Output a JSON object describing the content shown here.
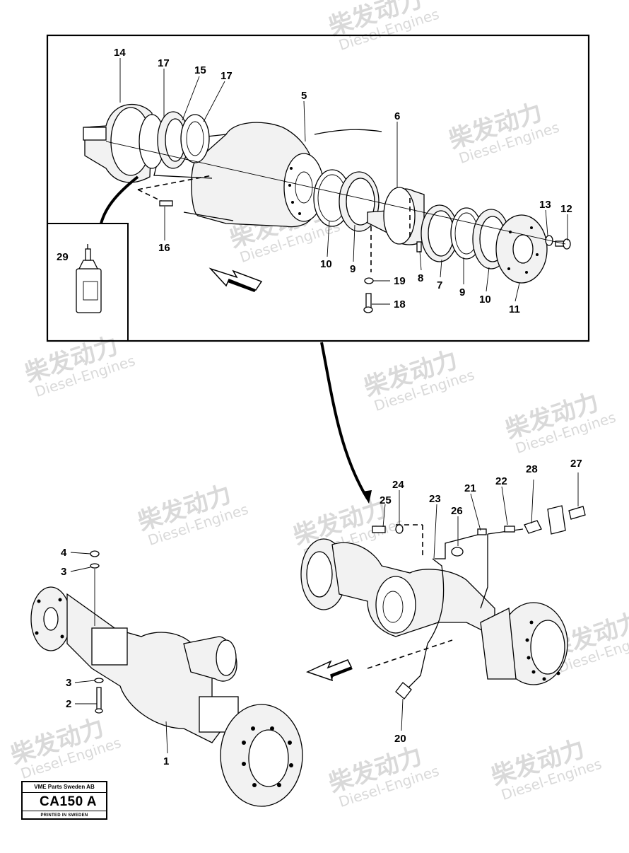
{
  "watermark": {
    "chinese": "柴发动力",
    "english": "Diesel-Engines"
  },
  "callouts": [
    "14",
    "17",
    "15",
    "17",
    "5",
    "6",
    "13",
    "12",
    "16",
    "10",
    "9",
    "19",
    "8",
    "7",
    "9",
    "10",
    "11",
    "18",
    "29",
    "25",
    "24",
    "23",
    "26",
    "21",
    "22",
    "28",
    "27",
    "4",
    "3",
    "3",
    "2",
    "1",
    "20"
  ],
  "title_block": {
    "company": "VME Parts Sweden AB",
    "code": "CA150 A",
    "printed": "PRINTED IN SWEDEN"
  }
}
